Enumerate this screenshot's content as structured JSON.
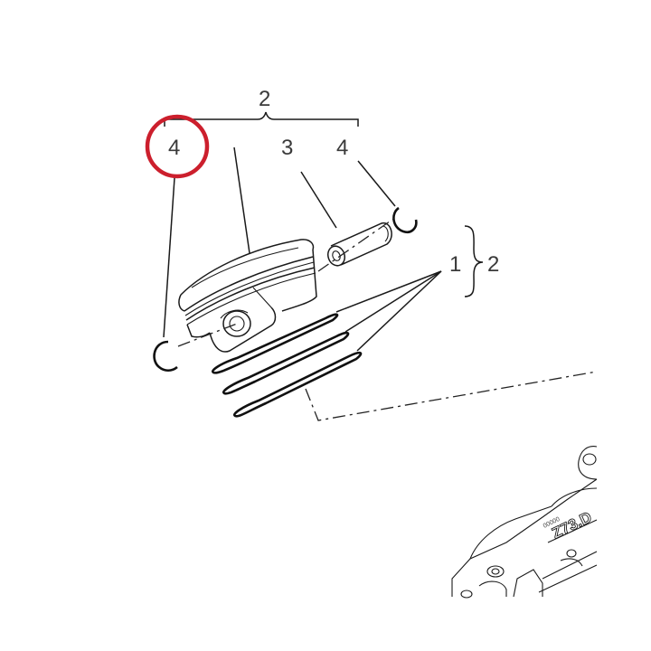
{
  "diagram": {
    "callouts": {
      "assembly_top": "2",
      "clip_left": "4",
      "piston": "",
      "pin": "3",
      "clip_right": "4",
      "rings": "1",
      "rings_group": "2"
    },
    "engraving": {
      "cylinder_mark": "Z73.D",
      "cylinder_small": "00000"
    },
    "colors": {
      "highlight": "#cc1f2d",
      "line": "#1a1a1a",
      "label": "#3a3a3a"
    }
  }
}
